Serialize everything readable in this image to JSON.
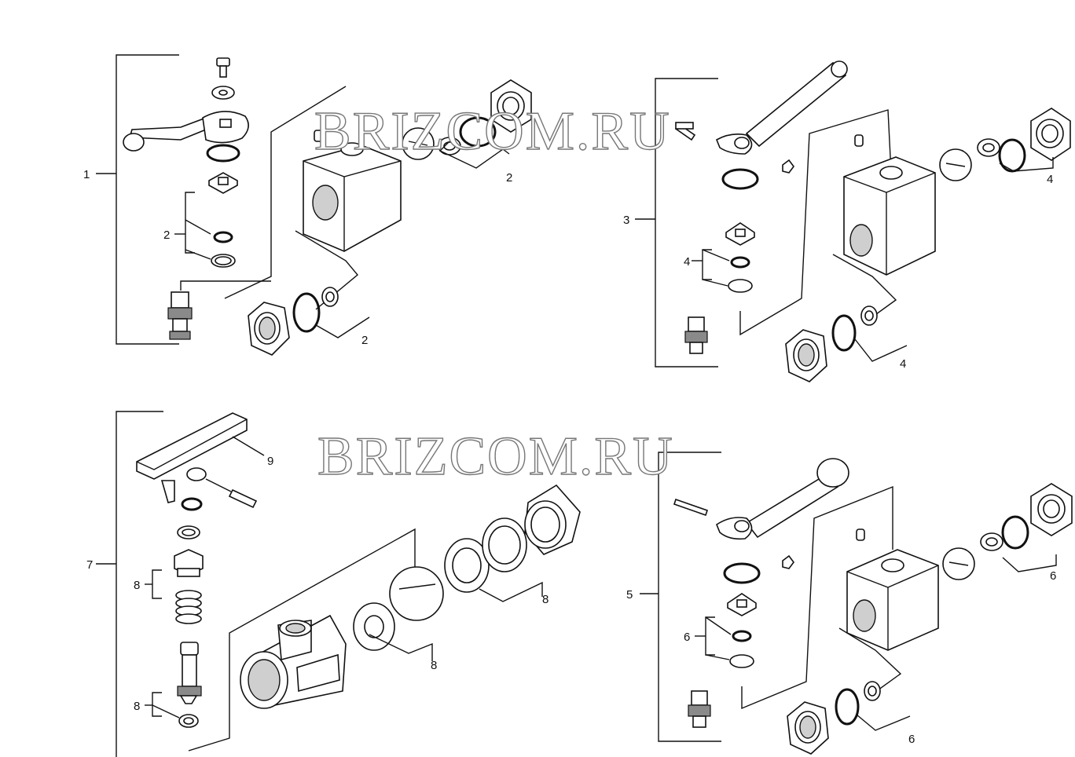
{
  "watermark": "BRIZCOM.RU",
  "assemblies": [
    {
      "id": "1",
      "parts": [
        "2",
        "2",
        "2"
      ]
    },
    {
      "id": "3",
      "parts": [
        "4",
        "4",
        "4"
      ]
    },
    {
      "id": "7",
      "parts": [
        "9",
        "8",
        "8",
        "8",
        "8"
      ]
    },
    {
      "id": "5",
      "parts": [
        "6",
        "6",
        "6"
      ]
    }
  ]
}
